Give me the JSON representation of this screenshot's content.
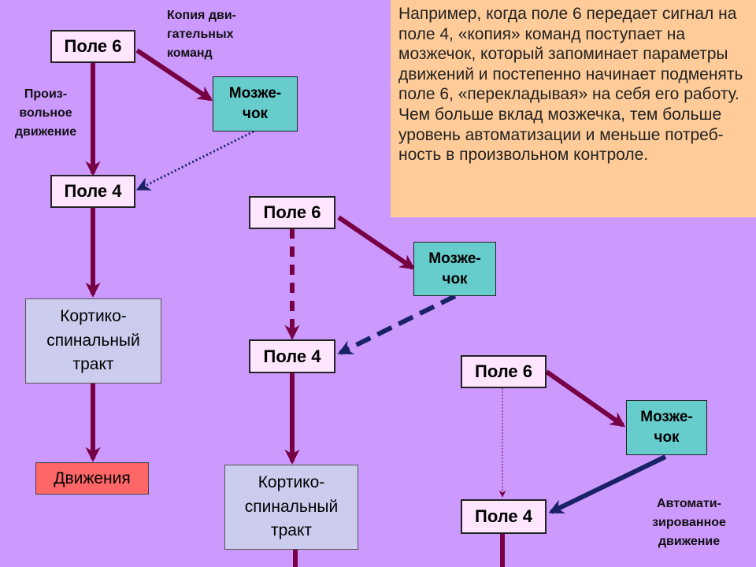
{
  "note": "Например, когда поле 6 передает сигнал на поле 4, «копия» команд поступает на мозжечок, который запоминает параметры движений и постепенно начинает подменять поле 6, «перекладывая» на себя его работу. Чем больше вклад мозжечка, тем больше уровень автоматизации и меньше потреб-ность в произвольном контроле.",
  "labels": {
    "copy": "Копия дви-\nгательных\nкоманд",
    "voluntary": "Произ-\nвольное\nдвижение",
    "automated": "Автомати-\nзированное\nдвижение"
  },
  "diagram1": {
    "field6": "Поле 6",
    "cerebellum": "Мозже-\nчок",
    "field4": "Поле 4",
    "tract": "Кортико-\nспинальный\nтракт",
    "movement": "Движения"
  },
  "diagram2": {
    "field6": "Поле 6",
    "cerebellum": "Мозже-\nчок",
    "field4": "Поле 4",
    "tract": "Кортико-\nспинальный\nтракт"
  },
  "diagram3": {
    "field6": "Поле 6",
    "cerebellum": "Мозже-\nчок",
    "field4": "Поле 4"
  },
  "colors": {
    "background": "#cc99ff",
    "arrow_main": "#770044",
    "arrow_cerebellum": "#1a2266",
    "field_box": "#ffe6ff",
    "cerebellum_box": "#66cccc",
    "tract_box": "#ccccee",
    "movement_box": "#ff6666",
    "note_box": "#ffcc99"
  }
}
